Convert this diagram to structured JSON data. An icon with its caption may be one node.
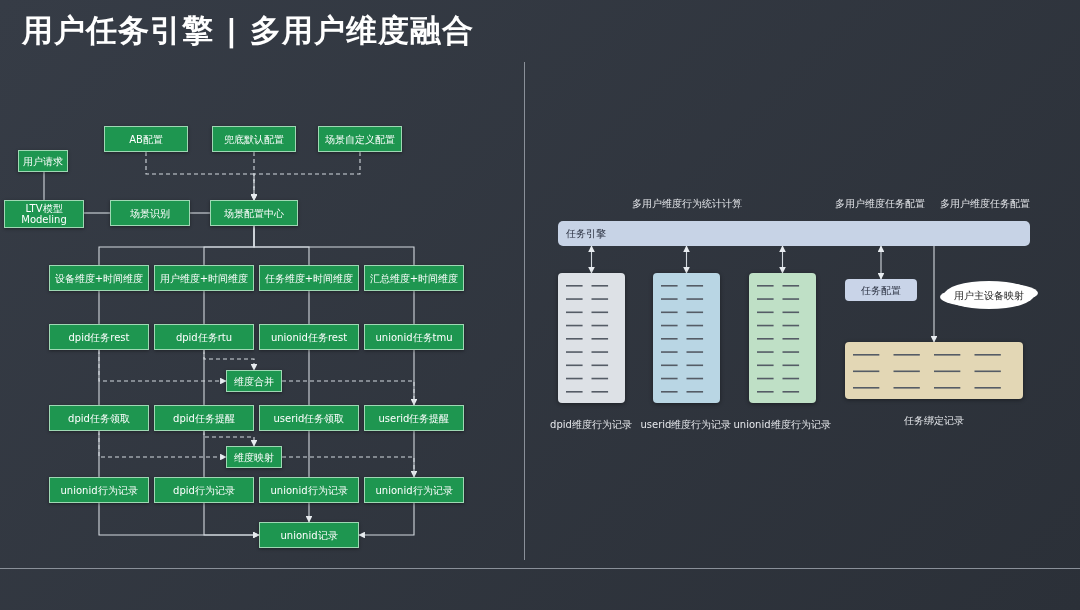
{
  "diagram": {
    "title": "用户任务引擎 | 多用户维度融合",
    "nodes": [
      {
        "text": [
          "用户请求"
        ]
      },
      {
        "text": [
          "AB配置"
        ]
      },
      {
        "text": [
          "兜底默认配置"
        ]
      },
      {
        "text": [
          "场景自定义配置"
        ]
      },
      {
        "text": [
          "LTV模型 Modeling"
        ]
      },
      {
        "text": [
          "场景识别"
        ]
      },
      {
        "text": [
          "场景配置中心"
        ]
      },
      {
        "text": [
          "设备维度+时间维度"
        ]
      },
      {
        "text": [
          "用户维度+时间维度"
        ]
      },
      {
        "text": [
          "任务维度+时间维度"
        ]
      },
      {
        "text": [
          "汇总维度+时间维度"
        ]
      },
      {
        "text": [
          "dpid任务rest"
        ]
      },
      {
        "text": [
          "dpid任务rtu"
        ]
      },
      {
        "text": [
          "unionid任务rest"
        ]
      },
      {
        "text": [
          "unionid任务tmu"
        ]
      },
      {
        "text": [
          "维度合并"
        ]
      },
      {
        "text": [
          "dpid任务领取"
        ]
      },
      {
        "text": [
          "dpid任务提醒"
        ]
      },
      {
        "text": [
          "userid任务领取"
        ]
      },
      {
        "text": [
          "userid任务提醒"
        ]
      },
      {
        "text": [
          "维度映射"
        ]
      },
      {
        "text": [
          "unionid行为记录"
        ]
      },
      {
        "text": [
          "dpid行为记录"
        ]
      },
      {
        "text": [
          "unionid行为记录"
        ]
      },
      {
        "text": [
          "unionid行为记录"
        ]
      },
      {
        "text": [
          "unionid记录"
        ]
      },
      {
        "text": [
          "任务引擎"
        ]
      },
      {
        "text": [],
        "shape": "box",
        "beside": [
          "dpid维度行为记录"
        ]
      },
      {
        "text": [],
        "shape": "box",
        "beside": [
          "userid维度行为记录"
        ]
      },
      {
        "text": [],
        "shape": "box",
        "beside": [
          "unionid维度行为记录"
        ]
      },
      {
        "text": [
          "任务配置"
        ]
      },
      {
        "text": [
          "用户主设备映射"
        ]
      },
      {
        "text": [],
        "shape": "box",
        "beside": [
          "任务绑定记录"
        ]
      }
    ],
    "edges": [
      {
        "from": 0,
        "to": 4,
        "arrow": "none"
      },
      {
        "from": 4,
        "to": 5,
        "arrow": "none"
      },
      {
        "from": 5,
        "to": 6,
        "arrow": "none"
      },
      {
        "from": 1,
        "to": 6,
        "arrow": "to",
        "style": "dashed"
      },
      {
        "from": 2,
        "to": 6,
        "arrow": "to",
        "style": "dashed"
      },
      {
        "from": 3,
        "to": 6,
        "arrow": "to",
        "style": "dashed"
      },
      {
        "from": 6,
        "to": 7,
        "arrow": "none"
      },
      {
        "from": 6,
        "to": 8,
        "arrow": "none"
      },
      {
        "from": 6,
        "to": 9,
        "arrow": "none"
      },
      {
        "from": 6,
        "to": 10,
        "arrow": "none"
      },
      {
        "from": 7,
        "to": 11,
        "arrow": "none"
      },
      {
        "from": 8,
        "to": 12,
        "arrow": "none"
      },
      {
        "from": 9,
        "to": 13,
        "arrow": "none"
      },
      {
        "from": 10,
        "to": 14,
        "arrow": "none"
      },
      {
        "from": 11,
        "to": 15,
        "arrow": "to",
        "style": "dashed"
      },
      {
        "from": 12,
        "to": 15,
        "arrow": "to",
        "style": "dashed"
      },
      {
        "from": 15,
        "to": 19,
        "arrow": "to",
        "style": "dashed"
      },
      {
        "from": 11,
        "to": 16,
        "arrow": "none"
      },
      {
        "from": 12,
        "to": 17,
        "arrow": "none"
      },
      {
        "from": 13,
        "to": 18,
        "arrow": "none"
      },
      {
        "from": 14,
        "to": 19,
        "arrow": "none"
      },
      {
        "from": 16,
        "to": 20,
        "arrow": "to",
        "style": "dashed"
      },
      {
        "from": 17,
        "to": 20,
        "arrow": "to",
        "style": "dashed"
      },
      {
        "from": 20,
        "to": 24,
        "arrow": "to",
        "style": "dashed"
      },
      {
        "from": 16,
        "to": 21,
        "arrow": "none"
      },
      {
        "from": 17,
        "to": 22,
        "arrow": "none"
      },
      {
        "from": 18,
        "to": 23,
        "arrow": "none"
      },
      {
        "from": 19,
        "to": 24,
        "arrow": "none"
      },
      {
        "from": 21,
        "to": 25,
        "arrow": "to"
      },
      {
        "from": 22,
        "to": 25,
        "arrow": "to"
      },
      {
        "from": 23,
        "to": 25,
        "arrow": "to"
      },
      {
        "from": 24,
        "to": 25,
        "arrow": "to"
      },
      {
        "from": 26,
        "to": 27,
        "arrow": "both"
      },
      {
        "from": 26,
        "to": 28,
        "arrow": "both"
      },
      {
        "from": 26,
        "to": 29,
        "arrow": "both"
      },
      {
        "from": 26,
        "to": 30,
        "arrow": "both"
      },
      {
        "from": 26,
        "to": 32,
        "arrow": "to"
      }
    ],
    "labels": [
      "多用户维度行为统计计算",
      "多用户维度任务配置",
      "多用户维度任务配置"
    ]
  }
}
